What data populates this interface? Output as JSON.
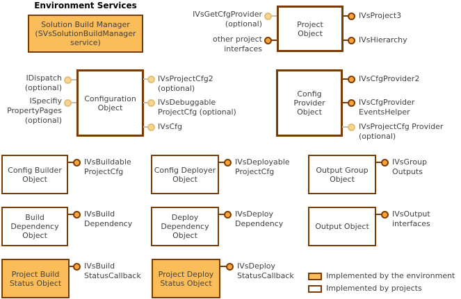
{
  "title": "Environment Services",
  "boxes": {
    "solution_build_manager": "Solution Build Manager (SVsSolutionBuildManager service)",
    "project": "Project Object",
    "configuration": "Configuration Object",
    "config_provider": "Config Provider Object",
    "config_builder": "Config Builder Object",
    "config_deployer": "Config Deployer Object",
    "output_group": "Output Group Object",
    "build_dependency": "Build Dependency Object",
    "deploy_dependency": "Deploy Dependency Object",
    "output": "Output Object",
    "project_build_status": "Project Build Status Object",
    "project_deploy_status": "Project Deploy Status Object"
  },
  "interfaces": {
    "ivs_get_cfg_provider": "IVsGetCfgProvider (optional)",
    "other_project_interfaces": "other project interfaces",
    "ivs_project3": "IVsProject3",
    "ivs_hierarchy": "IVsHierarchy",
    "idispatch": "IDispatch (optional)",
    "ispecifiy_property_pages": "ISpecifiy PropertyPages (optional)",
    "ivs_project_cfg2": "IVsProjectCfg2 (optional)",
    "ivs_debuggable_project_cfg": "IVsDebuggable ProjectCfg (optional)",
    "ivs_cfg": "IVsCfg",
    "ivs_cfg_provider2": "IVsCfgProvider2",
    "ivs_cfg_provider_events_helper": "IVsCfgProvider EventsHelper",
    "ivs_project_cfg_provider": "IVsProjectCfg Provider (optional)",
    "ivs_buildable_project_cfg": "IVsBuildable ProjectCfg",
    "ivs_deployable_project_cfg": "IVsDeployable ProjectCfg",
    "ivs_group_outputs": "IVsGroup Outputs",
    "ivs_build_dependency": "IVsBuild Dependency",
    "ivs_deploy_dependency": "IVsDeploy Dependency",
    "ivs_output_interfaces": "IVsOutput interfaces",
    "ivs_build_status_callback": "IVsBuild StatusCallback",
    "ivs_deploy_status_callback": "IVsDeploy StatusCallback"
  },
  "legend": {
    "environment": "Implemented by the environment",
    "projects": "Implemented by projects"
  },
  "colors": {
    "environment_fill": "#FBBD59",
    "box_border": "#7B3B00",
    "required_pin": "#F7A43A",
    "optional_pin": "#F5D690",
    "optional_pin_border": "#E2BE79",
    "optional_connector": "#BEBEBE",
    "text": "#404040"
  }
}
